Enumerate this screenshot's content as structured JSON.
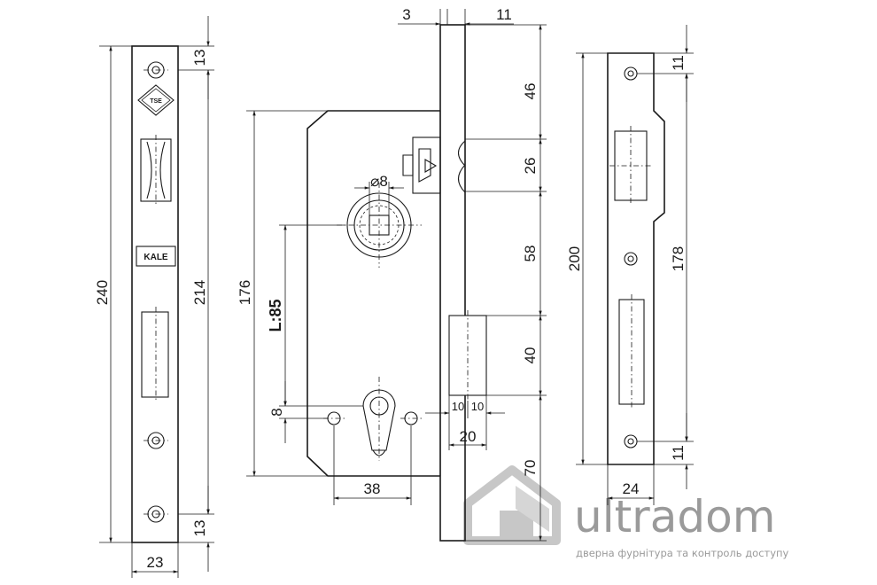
{
  "drawing": {
    "faceplate": {
      "height_total": "240",
      "screw_pitch": "214",
      "edge_offset_top": "13",
      "edge_offset_bottom": "13",
      "width": "23",
      "logo_mark": "TSE",
      "brand_mark": "KALE"
    },
    "lock_body": {
      "plate_thickness": "3",
      "front_thickness": "11",
      "height": "176",
      "backset_label": "L:85",
      "follower_diameter": "⌀8",
      "cylinder_offset": "8",
      "cylinder_screw_spacing": "38",
      "deadbolt_throw_a": "10",
      "deadbolt_throw_b": "10",
      "deadbolt_width": "20",
      "dim_46": "46",
      "dim_26": "26",
      "dim_58": "58",
      "dim_40": "40",
      "dim_70": "70"
    },
    "strike_plate": {
      "height_total": "200",
      "screw_pitch": "178",
      "edge_offset_top": "11",
      "edge_offset_bottom": "11",
      "width": "24"
    }
  },
  "watermark": {
    "brand": "ultradom",
    "tagline": "дверна фурнітура та контроль доступу",
    "logo_icon": "house-icon"
  }
}
